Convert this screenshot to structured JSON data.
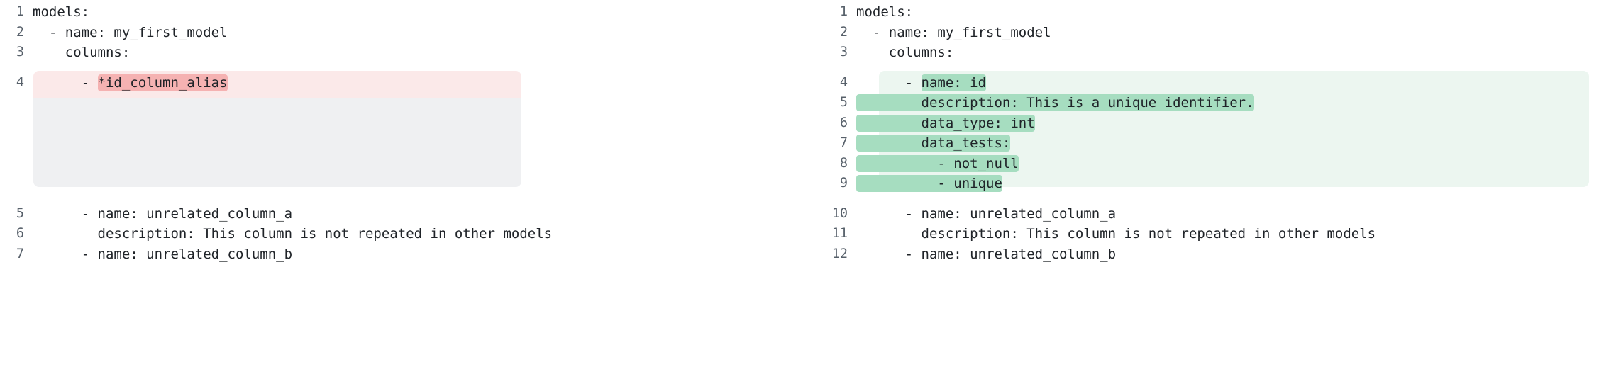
{
  "view": {
    "kind": "side-by-side-diff",
    "language": "yaml",
    "colors": {
      "deletion_row_bg": "#fbe9e9",
      "deletion_word_bg": "#f5b2b2",
      "addition_row_bg": "#ecf6f0",
      "addition_word_bg": "#a6ddc0",
      "filler_bg": "#eff0f2",
      "page_bg": "#ffffff",
      "text": "#1f2328",
      "gutter_text": "#57606a"
    }
  },
  "left_pane": {
    "name": "before",
    "lines": [
      {
        "number": "1",
        "segments": [
          {
            "text": "models:",
            "highlight": "none"
          }
        ],
        "row_bg": "none"
      },
      {
        "number": "2",
        "segments": [
          {
            "text": "  - name: my_first_model",
            "highlight": "none"
          }
        ],
        "row_bg": "none"
      },
      {
        "number": "3",
        "segments": [
          {
            "text": "    columns:",
            "highlight": "none"
          }
        ],
        "row_bg": "none"
      },
      {
        "number": "4",
        "segments": [
          {
            "text": "      - ",
            "highlight": "none"
          },
          {
            "text": "*id_column_alias",
            "highlight": "del"
          }
        ],
        "row_bg": "deletion"
      },
      {
        "number": "",
        "segments": [
          {
            "text": "",
            "highlight": "none"
          }
        ],
        "row_bg": "filler"
      },
      {
        "number": "",
        "segments": [
          {
            "text": "",
            "highlight": "none"
          }
        ],
        "row_bg": "filler"
      },
      {
        "number": "",
        "segments": [
          {
            "text": "",
            "highlight": "none"
          }
        ],
        "row_bg": "filler"
      },
      {
        "number": "",
        "segments": [
          {
            "text": "",
            "highlight": "none"
          }
        ],
        "row_bg": "filler"
      },
      {
        "number": "",
        "segments": [
          {
            "text": "",
            "highlight": "none"
          }
        ],
        "row_bg": "filler"
      },
      {
        "number": "5",
        "segments": [
          {
            "text": "      - name: unrelated_column_a",
            "highlight": "none"
          }
        ],
        "row_bg": "none"
      },
      {
        "number": "6",
        "segments": [
          {
            "text": "        description: This column is not repeated in other models",
            "highlight": "none"
          }
        ],
        "row_bg": "none"
      },
      {
        "number": "7",
        "segments": [
          {
            "text": "      - name: unrelated_column_b",
            "highlight": "none"
          }
        ],
        "row_bg": "none"
      }
    ]
  },
  "right_pane": {
    "name": "after",
    "lines": [
      {
        "number": "1",
        "segments": [
          {
            "text": "models:",
            "highlight": "none"
          }
        ],
        "row_bg": "none"
      },
      {
        "number": "2",
        "segments": [
          {
            "text": "  - name: my_first_model",
            "highlight": "none"
          }
        ],
        "row_bg": "none"
      },
      {
        "number": "3",
        "segments": [
          {
            "text": "    columns:",
            "highlight": "none"
          }
        ],
        "row_bg": "none"
      },
      {
        "number": "4",
        "segments": [
          {
            "text": "      - ",
            "highlight": "none"
          },
          {
            "text": "name: id",
            "highlight": "add"
          }
        ],
        "row_bg": "addition"
      },
      {
        "number": "5",
        "segments": [
          {
            "text": "        description: This is a unique identifier.",
            "highlight": "add"
          }
        ],
        "row_bg": "addition"
      },
      {
        "number": "6",
        "segments": [
          {
            "text": "        data_type: int",
            "highlight": "add"
          }
        ],
        "row_bg": "addition"
      },
      {
        "number": "7",
        "segments": [
          {
            "text": "        data_tests:",
            "highlight": "add"
          }
        ],
        "row_bg": "addition"
      },
      {
        "number": "8",
        "segments": [
          {
            "text": "          - not_null",
            "highlight": "add"
          }
        ],
        "row_bg": "addition"
      },
      {
        "number": "9",
        "segments": [
          {
            "text": "          - unique",
            "highlight": "add"
          }
        ],
        "row_bg": "addition"
      },
      {
        "number": "10",
        "segments": [
          {
            "text": "      - name: unrelated_column_a",
            "highlight": "none"
          }
        ],
        "row_bg": "none"
      },
      {
        "number": "11",
        "segments": [
          {
            "text": "        description: This column is not repeated in other models",
            "highlight": "none"
          }
        ],
        "row_bg": "none"
      },
      {
        "number": "12",
        "segments": [
          {
            "text": "      - name: unrelated_column_b",
            "highlight": "none"
          }
        ],
        "row_bg": "none"
      }
    ]
  }
}
